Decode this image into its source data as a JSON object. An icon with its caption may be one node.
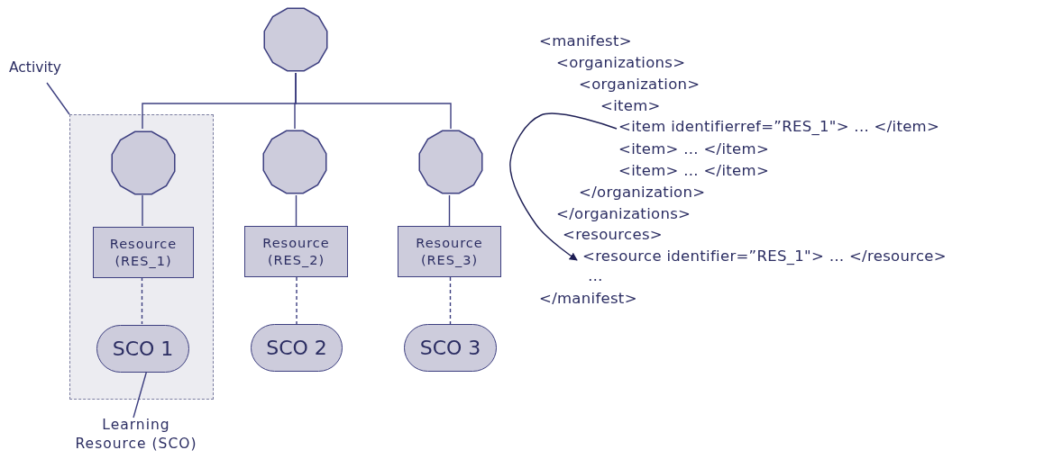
{
  "diagram": {
    "nodes": [
      {
        "text": [
          "Activity"
        ]
      },
      {
        "text": [],
        "shape": "box"
      },
      {
        "text": [],
        "shape": "circle"
      },
      {
        "text": [],
        "shape": "circle",
        "in": 1
      },
      {
        "text": [],
        "shape": "circle"
      },
      {
        "text": [],
        "shape": "circle"
      },
      {
        "text": [
          "Resource (RES_1)"
        ],
        "in": 1
      },
      {
        "text": [
          "Resource (RES_2)"
        ]
      },
      {
        "text": [
          "Resource (RES_3)"
        ]
      },
      {
        "text": [
          "SCO 1"
        ],
        "in": 1
      },
      {
        "text": [
          "SCO 2"
        ]
      },
      {
        "text": [
          "SCO 3"
        ]
      },
      {
        "text": [
          "Learning Resource (SCO)"
        ]
      },
      {
        "text": [
          "<item identifierref=”RES_1\"> ... </item>"
        ]
      },
      {
        "text": [
          "<resource identifier=”RES_1\"> … </resource>"
        ]
      }
    ],
    "edges": [
      {
        "from": 0,
        "to": 1,
        "arrow": "none"
      },
      {
        "from": 2,
        "to": 3,
        "arrow": "none"
      },
      {
        "from": 2,
        "to": 4,
        "arrow": "none"
      },
      {
        "from": 2,
        "to": 5,
        "arrow": "none"
      },
      {
        "from": 3,
        "to": 6,
        "arrow": "none"
      },
      {
        "from": 4,
        "to": 7,
        "arrow": "none"
      },
      {
        "from": 5,
        "to": 8,
        "arrow": "none"
      },
      {
        "from": 6,
        "to": 9,
        "arrow": "none",
        "style": "dashed"
      },
      {
        "from": 7,
        "to": 10,
        "arrow": "none",
        "style": "dashed"
      },
      {
        "from": 8,
        "to": 11,
        "arrow": "none",
        "style": "dashed"
      },
      {
        "from": 12,
        "to": 9,
        "arrow": "none"
      },
      {
        "from": 13,
        "to": 14,
        "arrow": "to"
      }
    ],
    "labels": [
      "<manifest>",
      "<organizations>",
      "<organization>",
      "<item>",
      "<item> ... </item>",
      "<item> ... </item>",
      "</organization>",
      "</organizations>",
      "<resources>",
      "…",
      "</manifest>"
    ]
  }
}
